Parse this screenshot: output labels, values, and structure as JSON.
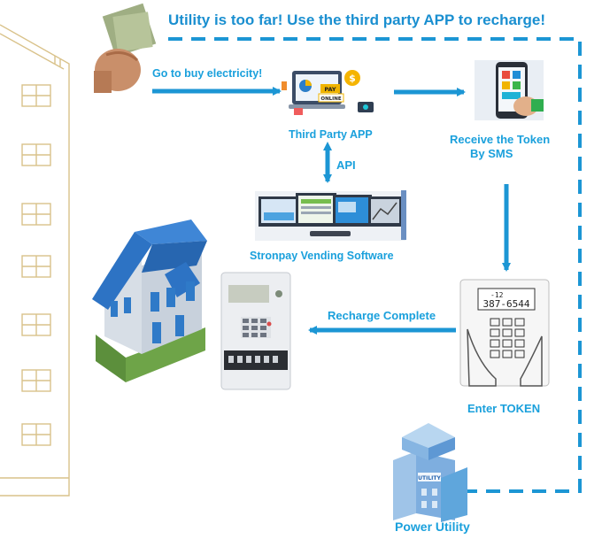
{
  "title": "Utility is too far!  Use the third party APP to recharge!",
  "labels": {
    "go_buy": "Go to buy electricity!",
    "third_party_app": "Third Party APP",
    "api": "API",
    "receive_token_line1": "Receive the Token",
    "receive_token_line2": "By SMS",
    "vending_software": "Stronpay Vending Software",
    "recharge_complete": "Recharge Complete",
    "enter_token": "Enter TOKEN",
    "power_utility": "Power Utility"
  },
  "illustration_text": {
    "pay_badge": "PAY",
    "online_badge": "ONLINE",
    "meter_display": "387-6544",
    "meter_display_top": "-12",
    "utility_sign": "UTILITY"
  },
  "colors": {
    "accent_blue": "#1aa0dc",
    "title_blue": "#1a8fd0",
    "arrow_blue": "#1c96d4",
    "building_outline": "#d9c28a",
    "house_roof": "#2d73c4",
    "house_wall": "#d7dee6"
  },
  "icons": [
    "money-hand-icon",
    "third-party-app-icon",
    "phone-sms-icon",
    "vending-monitors-icon",
    "house-icon",
    "electric-meter-icon",
    "keypad-meter-icon",
    "utility-building-icon",
    "apartment-building-outline"
  ]
}
